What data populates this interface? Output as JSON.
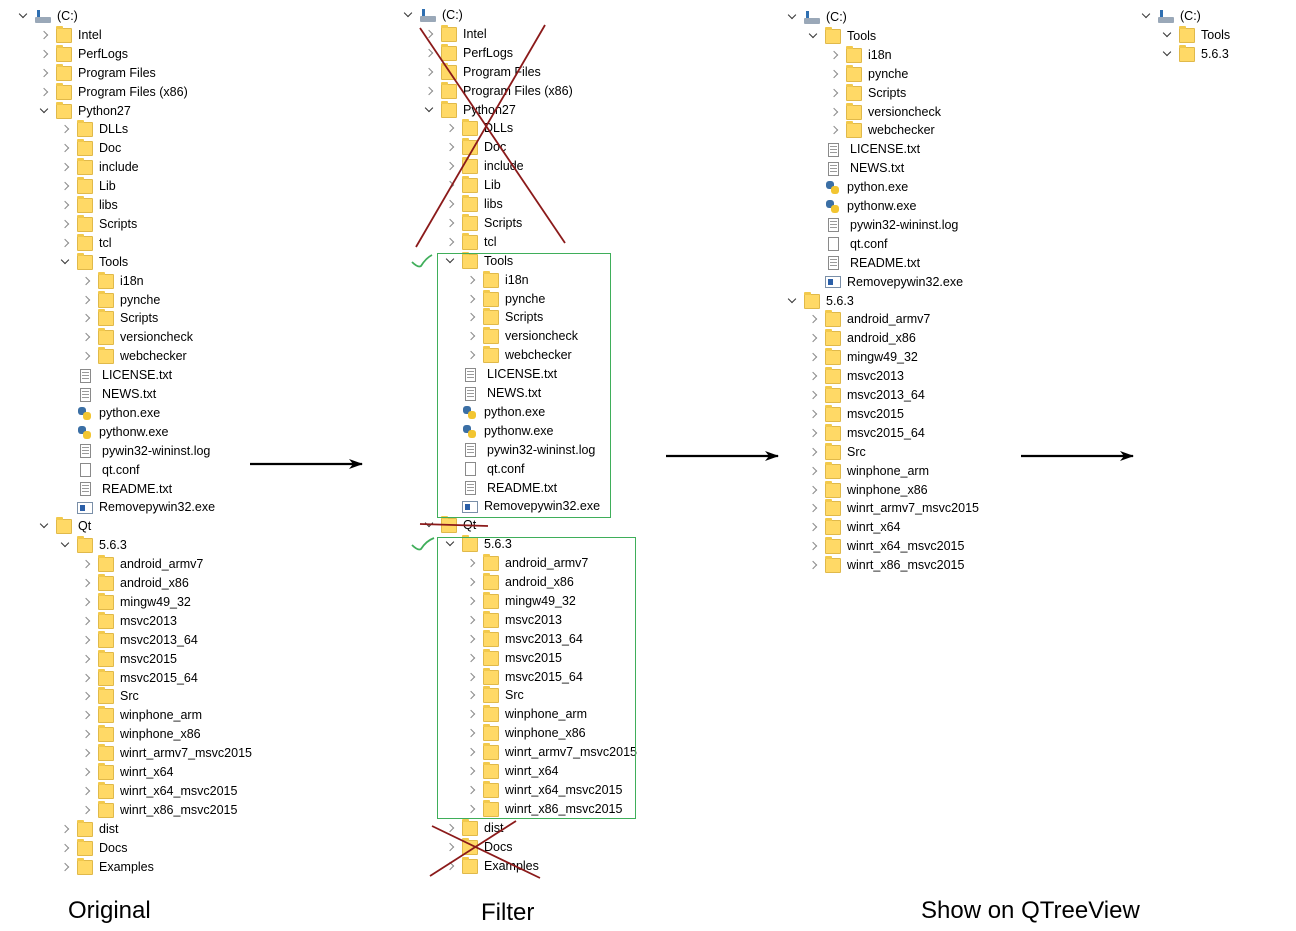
{
  "panels": [
    {
      "id": "original",
      "rows": [
        {
          "d": 0,
          "chev": "down",
          "icon": "drive",
          "text": "(C:)"
        },
        {
          "d": 1,
          "chev": "right",
          "icon": "folder",
          "text": "Intel"
        },
        {
          "d": 1,
          "chev": "right",
          "icon": "folder",
          "text": "PerfLogs"
        },
        {
          "d": 1,
          "chev": "right",
          "icon": "folder",
          "text": "Program Files"
        },
        {
          "d": 1,
          "chev": "right",
          "icon": "folder",
          "text": "Program Files (x86)"
        },
        {
          "d": 1,
          "chev": "down",
          "icon": "folder",
          "text": "Python27"
        },
        {
          "d": 2,
          "chev": "right",
          "icon": "folder",
          "text": "DLLs"
        },
        {
          "d": 2,
          "chev": "right",
          "icon": "folder",
          "text": "Doc"
        },
        {
          "d": 2,
          "chev": "right",
          "icon": "folder",
          "text": "include"
        },
        {
          "d": 2,
          "chev": "right",
          "icon": "folder",
          "text": "Lib"
        },
        {
          "d": 2,
          "chev": "right",
          "icon": "folder",
          "text": "libs"
        },
        {
          "d": 2,
          "chev": "right",
          "icon": "folder",
          "text": "Scripts"
        },
        {
          "d": 2,
          "chev": "right",
          "icon": "folder",
          "text": "tcl"
        },
        {
          "d": 2,
          "chev": "down",
          "icon": "folder",
          "text": "Tools"
        },
        {
          "d": 3,
          "chev": "right",
          "icon": "folder",
          "text": "i18n"
        },
        {
          "d": 3,
          "chev": "right",
          "icon": "folder",
          "text": "pynche"
        },
        {
          "d": 3,
          "chev": "right",
          "icon": "folder",
          "text": "Scripts"
        },
        {
          "d": 3,
          "chev": "right",
          "icon": "folder",
          "text": "versioncheck"
        },
        {
          "d": 3,
          "chev": "right",
          "icon": "folder",
          "text": "webchecker"
        },
        {
          "d": 2,
          "chev": "none",
          "icon": "txt",
          "text": "LICENSE.txt"
        },
        {
          "d": 2,
          "chev": "none",
          "icon": "txt",
          "text": "NEWS.txt"
        },
        {
          "d": 2,
          "chev": "none",
          "icon": "py",
          "text": "python.exe"
        },
        {
          "d": 2,
          "chev": "none",
          "icon": "py",
          "text": "pythonw.exe"
        },
        {
          "d": 2,
          "chev": "none",
          "icon": "txt",
          "text": "pywin32-wininst.log"
        },
        {
          "d": 2,
          "chev": "none",
          "icon": "file",
          "text": "qt.conf"
        },
        {
          "d": 2,
          "chev": "none",
          "icon": "txt",
          "text": "README.txt"
        },
        {
          "d": 2,
          "chev": "none",
          "icon": "exe",
          "text": "Removepywin32.exe"
        },
        {
          "d": 1,
          "chev": "down",
          "icon": "folder",
          "text": "Qt"
        },
        {
          "d": 2,
          "chev": "down",
          "icon": "folder",
          "text": "5.6.3"
        },
        {
          "d": 3,
          "chev": "right",
          "icon": "folder",
          "text": "android_armv7"
        },
        {
          "d": 3,
          "chev": "right",
          "icon": "folder",
          "text": "android_x86"
        },
        {
          "d": 3,
          "chev": "right",
          "icon": "folder",
          "text": "mingw49_32"
        },
        {
          "d": 3,
          "chev": "right",
          "icon": "folder",
          "text": "msvc2013"
        },
        {
          "d": 3,
          "chev": "right",
          "icon": "folder",
          "text": "msvc2013_64"
        },
        {
          "d": 3,
          "chev": "right",
          "icon": "folder",
          "text": "msvc2015"
        },
        {
          "d": 3,
          "chev": "right",
          "icon": "folder",
          "text": "msvc2015_64"
        },
        {
          "d": 3,
          "chev": "right",
          "icon": "folder",
          "text": "Src"
        },
        {
          "d": 3,
          "chev": "right",
          "icon": "folder",
          "text": "winphone_arm"
        },
        {
          "d": 3,
          "chev": "right",
          "icon": "folder",
          "text": "winphone_x86"
        },
        {
          "d": 3,
          "chev": "right",
          "icon": "folder",
          "text": "winrt_armv7_msvc2015"
        },
        {
          "d": 3,
          "chev": "right",
          "icon": "folder",
          "text": "winrt_x64"
        },
        {
          "d": 3,
          "chev": "right",
          "icon": "folder",
          "text": "winrt_x64_msvc2015"
        },
        {
          "d": 3,
          "chev": "right",
          "icon": "folder",
          "text": "winrt_x86_msvc2015"
        },
        {
          "d": 2,
          "chev": "right",
          "icon": "folder",
          "text": "dist"
        },
        {
          "d": 2,
          "chev": "right",
          "icon": "folder",
          "text": "Docs"
        },
        {
          "d": 2,
          "chev": "right",
          "icon": "folder",
          "text": "Examples"
        }
      ]
    },
    {
      "id": "filter",
      "rows": [
        {
          "d": 0,
          "chev": "down",
          "icon": "drive",
          "text": "(C:)"
        },
        {
          "d": 1,
          "chev": "right",
          "icon": "folder",
          "text": "Intel"
        },
        {
          "d": 1,
          "chev": "right",
          "icon": "folder",
          "text": "PerfLogs"
        },
        {
          "d": 1,
          "chev": "right",
          "icon": "folder",
          "text": "Program Files"
        },
        {
          "d": 1,
          "chev": "right",
          "icon": "folder",
          "text": "Program Files (x86)"
        },
        {
          "d": 1,
          "chev": "down",
          "icon": "folder",
          "text": "Python27"
        },
        {
          "d": 2,
          "chev": "right",
          "icon": "folder",
          "text": "DLLs"
        },
        {
          "d": 2,
          "chev": "right",
          "icon": "folder",
          "text": "Doc"
        },
        {
          "d": 2,
          "chev": "right",
          "icon": "folder",
          "text": "include"
        },
        {
          "d": 2,
          "chev": "right",
          "icon": "folder",
          "text": "Lib"
        },
        {
          "d": 2,
          "chev": "right",
          "icon": "folder",
          "text": "libs"
        },
        {
          "d": 2,
          "chev": "right",
          "icon": "folder",
          "text": "Scripts"
        },
        {
          "d": 2,
          "chev": "right",
          "icon": "folder",
          "text": "tcl"
        },
        {
          "d": 2,
          "chev": "down",
          "icon": "folder",
          "text": "Tools"
        },
        {
          "d": 3,
          "chev": "right",
          "icon": "folder",
          "text": "i18n"
        },
        {
          "d": 3,
          "chev": "right",
          "icon": "folder",
          "text": "pynche"
        },
        {
          "d": 3,
          "chev": "right",
          "icon": "folder",
          "text": "Scripts"
        },
        {
          "d": 3,
          "chev": "right",
          "icon": "folder",
          "text": "versioncheck"
        },
        {
          "d": 3,
          "chev": "right",
          "icon": "folder",
          "text": "webchecker"
        },
        {
          "d": 2,
          "chev": "none",
          "icon": "txt",
          "text": "LICENSE.txt"
        },
        {
          "d": 2,
          "chev": "none",
          "icon": "txt",
          "text": "NEWS.txt"
        },
        {
          "d": 2,
          "chev": "none",
          "icon": "py",
          "text": "python.exe"
        },
        {
          "d": 2,
          "chev": "none",
          "icon": "py",
          "text": "pythonw.exe"
        },
        {
          "d": 2,
          "chev": "none",
          "icon": "txt",
          "text": "pywin32-wininst.log"
        },
        {
          "d": 2,
          "chev": "none",
          "icon": "file",
          "text": "qt.conf"
        },
        {
          "d": 2,
          "chev": "none",
          "icon": "txt",
          "text": "README.txt"
        },
        {
          "d": 2,
          "chev": "none",
          "icon": "exe",
          "text": "Removepywin32.exe"
        },
        {
          "d": 1,
          "chev": "down",
          "icon": "folder",
          "text": "Qt"
        },
        {
          "d": 2,
          "chev": "down",
          "icon": "folder",
          "text": "5.6.3"
        },
        {
          "d": 3,
          "chev": "right",
          "icon": "folder",
          "text": "android_armv7"
        },
        {
          "d": 3,
          "chev": "right",
          "icon": "folder",
          "text": "android_x86"
        },
        {
          "d": 3,
          "chev": "right",
          "icon": "folder",
          "text": "mingw49_32"
        },
        {
          "d": 3,
          "chev": "right",
          "icon": "folder",
          "text": "msvc2013"
        },
        {
          "d": 3,
          "chev": "right",
          "icon": "folder",
          "text": "msvc2013_64"
        },
        {
          "d": 3,
          "chev": "right",
          "icon": "folder",
          "text": "msvc2015"
        },
        {
          "d": 3,
          "chev": "right",
          "icon": "folder",
          "text": "msvc2015_64"
        },
        {
          "d": 3,
          "chev": "right",
          "icon": "folder",
          "text": "Src"
        },
        {
          "d": 3,
          "chev": "right",
          "icon": "folder",
          "text": "winphone_arm"
        },
        {
          "d": 3,
          "chev": "right",
          "icon": "folder",
          "text": "winphone_x86"
        },
        {
          "d": 3,
          "chev": "right",
          "icon": "folder",
          "text": "winrt_armv7_msvc2015"
        },
        {
          "d": 3,
          "chev": "right",
          "icon": "folder",
          "text": "winrt_x64"
        },
        {
          "d": 3,
          "chev": "right",
          "icon": "folder",
          "text": "winrt_x64_msvc2015"
        },
        {
          "d": 3,
          "chev": "right",
          "icon": "folder",
          "text": "winrt_x86_msvc2015"
        },
        {
          "d": 2,
          "chev": "right",
          "icon": "folder",
          "text": "dist"
        },
        {
          "d": 2,
          "chev": "right",
          "icon": "folder",
          "text": "Docs"
        },
        {
          "d": 2,
          "chev": "right",
          "icon": "folder",
          "text": "Examples"
        }
      ]
    },
    {
      "id": "result",
      "rows": [
        {
          "d": 0,
          "chev": "down",
          "icon": "drive",
          "text": "(C:)"
        },
        {
          "d": 1,
          "chev": "down",
          "icon": "folder",
          "text": "Tools"
        },
        {
          "d": 2,
          "chev": "right",
          "icon": "folder",
          "text": "i18n"
        },
        {
          "d": 2,
          "chev": "right",
          "icon": "folder",
          "text": "pynche"
        },
        {
          "d": 2,
          "chev": "right",
          "icon": "folder",
          "text": "Scripts"
        },
        {
          "d": 2,
          "chev": "right",
          "icon": "folder",
          "text": "versioncheck"
        },
        {
          "d": 2,
          "chev": "right",
          "icon": "folder",
          "text": "webchecker"
        },
        {
          "d": 1,
          "chev": "none",
          "icon": "txt",
          "text": "LICENSE.txt"
        },
        {
          "d": 1,
          "chev": "none",
          "icon": "txt",
          "text": "NEWS.txt"
        },
        {
          "d": 1,
          "chev": "none",
          "icon": "py",
          "text": "python.exe"
        },
        {
          "d": 1,
          "chev": "none",
          "icon": "py",
          "text": "pythonw.exe"
        },
        {
          "d": 1,
          "chev": "none",
          "icon": "txt",
          "text": "pywin32-wininst.log"
        },
        {
          "d": 1,
          "chev": "none",
          "icon": "file",
          "text": "qt.conf"
        },
        {
          "d": 1,
          "chev": "none",
          "icon": "txt",
          "text": "README.txt"
        },
        {
          "d": 1,
          "chev": "none",
          "icon": "exe",
          "text": "Removepywin32.exe"
        },
        {
          "d": 0,
          "chev": "down",
          "icon": "folder",
          "text": "5.6.3"
        },
        {
          "d": 1,
          "chev": "right",
          "icon": "folder",
          "text": "android_armv7"
        },
        {
          "d": 1,
          "chev": "right",
          "icon": "folder",
          "text": "android_x86"
        },
        {
          "d": 1,
          "chev": "right",
          "icon": "folder",
          "text": "mingw49_32"
        },
        {
          "d": 1,
          "chev": "right",
          "icon": "folder",
          "text": "msvc2013"
        },
        {
          "d": 1,
          "chev": "right",
          "icon": "folder",
          "text": "msvc2013_64"
        },
        {
          "d": 1,
          "chev": "right",
          "icon": "folder",
          "text": "msvc2015"
        },
        {
          "d": 1,
          "chev": "right",
          "icon": "folder",
          "text": "msvc2015_64"
        },
        {
          "d": 1,
          "chev": "right",
          "icon": "folder",
          "text": "Src"
        },
        {
          "d": 1,
          "chev": "right",
          "icon": "folder",
          "text": "winphone_arm"
        },
        {
          "d": 1,
          "chev": "right",
          "icon": "folder",
          "text": "winphone_x86"
        },
        {
          "d": 1,
          "chev": "right",
          "icon": "folder",
          "text": "winrt_armv7_msvc2015"
        },
        {
          "d": 1,
          "chev": "right",
          "icon": "folder",
          "text": "winrt_x64"
        },
        {
          "d": 1,
          "chev": "right",
          "icon": "folder",
          "text": "winrt_x64_msvc2015"
        },
        {
          "d": 1,
          "chev": "right",
          "icon": "folder",
          "text": "winrt_x86_msvc2015"
        }
      ]
    },
    {
      "id": "qtreeview",
      "rows": [
        {
          "d": 0,
          "chev": "down",
          "icon": "drive",
          "text": "(C:)"
        },
        {
          "d": 1,
          "chev": "down",
          "icon": "folder",
          "text": "Tools"
        },
        {
          "d": 1,
          "chev": "down",
          "icon": "folder",
          "text": "5.6.3"
        }
      ]
    }
  ],
  "captions": {
    "original": "Original",
    "filter": "Filter",
    "show": "Show on QTreeView"
  },
  "colors": {
    "keep_box": "#3fae5a",
    "cross": "#8b1a1a",
    "folder": "#ffd966",
    "arrow": "#000000"
  }
}
